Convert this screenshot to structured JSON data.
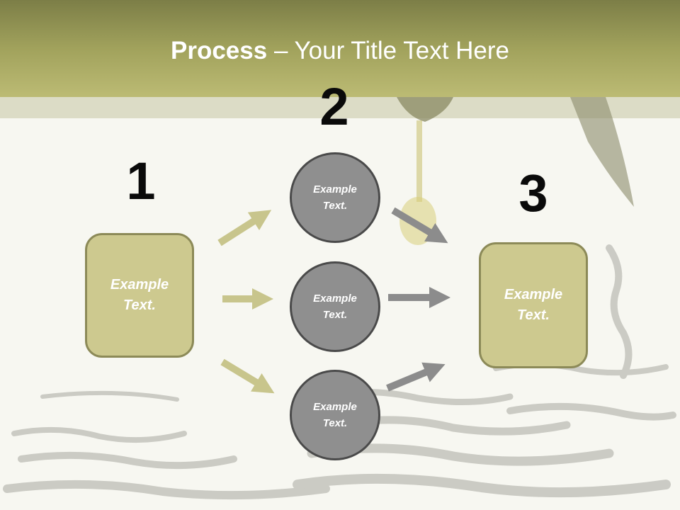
{
  "slide": {
    "title_bold": "Process",
    "title_rest": " – Your Title Text Here"
  },
  "steps": [
    {
      "number": "1",
      "text": "Example Text."
    },
    {
      "number": "2"
    },
    {
      "number": "3",
      "text": "Example Text."
    }
  ],
  "circles": [
    {
      "text": "Example Text."
    },
    {
      "text": "Example Text."
    },
    {
      "text": "Example Text."
    }
  ],
  "colors": {
    "header": "#a1a25c",
    "box_fill": "#cdc98f",
    "box_border": "#8c8a58",
    "circle_fill": "#8f8f8f",
    "circle_border": "#4a4a4a",
    "arrow_olive": "#c8c58c",
    "arrow_gray": "#8c8c8c"
  }
}
